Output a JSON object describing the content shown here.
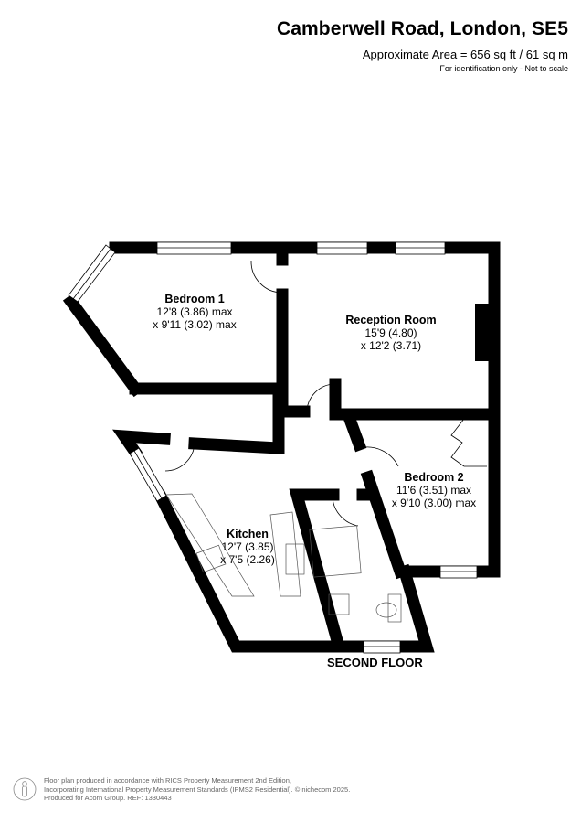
{
  "header": {
    "title": "Camberwell Road, London, SE5",
    "area": "Approximate Area = 656 sq ft / 61 sq m",
    "note": "For identification only - Not to scale"
  },
  "rooms": [
    {
      "name": "Bedroom 1",
      "dim1": "12'8 (3.86) max",
      "dim2": "x 9'11 (3.02) max"
    },
    {
      "name": "Reception Room",
      "dim1": "15'9 (4.80)",
      "dim2": "x 12'2 (3.71)"
    },
    {
      "name": "Bedroom 2",
      "dim1": "11'6 (3.51) max",
      "dim2": "x 9'10 (3.00) max"
    },
    {
      "name": "Kitchen",
      "dim1": "12'7 (3.85)",
      "dim2": "x 7'5 (2.26)"
    }
  ],
  "floor_label": "SECOND FLOOR",
  "footer": {
    "line1": "Floor plan produced in accordance with RICS Property Measurement 2nd Edition,",
    "line2": "Incorporating International Property Measurement Standards (IPMS2 Residential).   © nichecom 2025.",
    "line3": "Produced for Acorn Group.   REF: 1330443",
    "icon": "person-outline-icon"
  }
}
